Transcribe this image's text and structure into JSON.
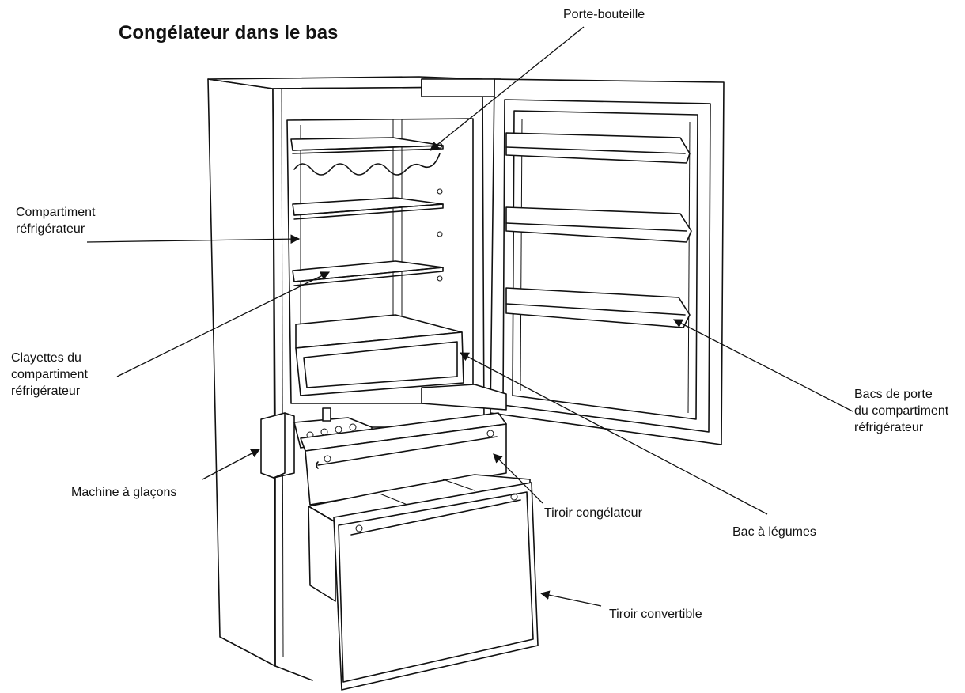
{
  "diagram": {
    "title": "Congélateur dans le bas",
    "labels": {
      "bottle_rack": [
        "Porte-bouteille"
      ],
      "fridge_compartment": [
        "Compartiment",
        "réfrigérateur"
      ],
      "fridge_shelves": [
        "Clayettes du",
        "compartiment",
        "réfrigérateur"
      ],
      "ice_maker": [
        "Machine à glaçons"
      ],
      "freezer_drawer": [
        "Tiroir congélateur"
      ],
      "crisper": [
        "Bac à légumes"
      ],
      "door_bins": [
        "Bacs de porte",
        "du compartiment",
        "réfrigérateur"
      ],
      "convertible_drawer": [
        "Tiroir convertible"
      ]
    }
  },
  "colors": {
    "ink": "#111111",
    "paper": "#ffffff"
  }
}
